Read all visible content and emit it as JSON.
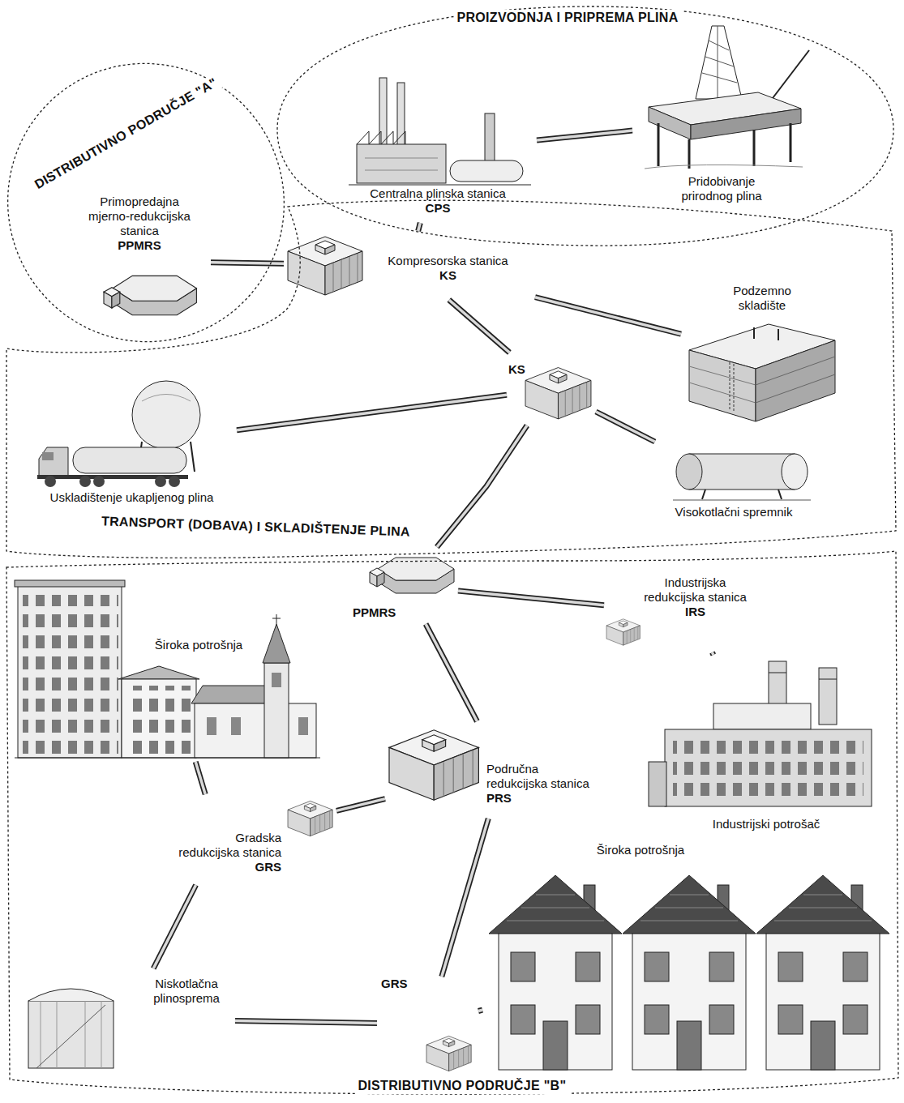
{
  "diagram": {
    "nodes": [
      {
        "text": [
          "PROIZVODNJA I PRIPREMA PLINA"
        ]
      },
      {
        "text": [
          "Centralna plinska stanica",
          "CPS"
        ],
        "in": 0
      },
      {
        "text": [
          "Pridobivanje prirodnog plina"
        ],
        "in": 0
      },
      {
        "text": [
          "DISTRIBUTIVNO PODRUČJE \"A\""
        ]
      },
      {
        "text": [
          "Primopredajna mjerno-redukcijska stanica",
          "PPMRS"
        ],
        "in": 3
      },
      {
        "text": [
          "TRANSPORT (DOBAVA) I SKLADIŠTENJE PLINA"
        ]
      },
      {
        "text": [
          "Kompresorska stanica",
          "KS"
        ],
        "in": 5
      },
      {
        "text": [
          "Podzemno skladište"
        ],
        "in": 5
      },
      {
        "text": [
          "KS"
        ],
        "in": 5
      },
      {
        "text": [
          "Uskladištenje ukapljenog plina"
        ],
        "in": 5
      },
      {
        "text": [
          "Visokotlačni spremnik"
        ],
        "in": 5
      },
      {
        "text": [
          "DISTRIBUTIVNO PODRUČJE \"B\""
        ]
      },
      {
        "text": [
          "PPMRS"
        ],
        "in": 11
      },
      {
        "text": [
          "Industrijska redukcijska stanica",
          "IRS"
        ],
        "in": 11
      },
      {
        "text": [
          "Široka potrošnja"
        ],
        "in": 11
      },
      {
        "text": [
          "Industrijski potrošač"
        ],
        "in": 11
      },
      {
        "text": [
          "Područna redukcijska stanica",
          "PRS"
        ],
        "in": 11
      },
      {
        "text": [
          "Gradska redukcijska stanica",
          "GRS"
        ],
        "in": 11
      },
      {
        "text": [
          "Široka potrošnja"
        ],
        "in": 11
      },
      {
        "text": [
          "Niskotlačna plinosprema"
        ],
        "in": 11
      },
      {
        "text": [
          "GRS"
        ],
        "in": 11
      }
    ],
    "edges": [
      {
        "from": 2,
        "to": 1,
        "arrow": "none"
      },
      {
        "from": 1,
        "to": 6,
        "arrow": "none"
      },
      {
        "from": 6,
        "to": 4,
        "arrow": "none"
      },
      {
        "from": 6,
        "to": 7,
        "arrow": "none"
      },
      {
        "from": 6,
        "to": 8,
        "arrow": "none"
      },
      {
        "from": 8,
        "to": 10,
        "arrow": "none"
      },
      {
        "from": 8,
        "to": 12,
        "arrow": "none"
      },
      {
        "from": 9,
        "to": 8,
        "arrow": "none"
      },
      {
        "from": 12,
        "to": 13,
        "arrow": "none"
      },
      {
        "from": 13,
        "to": 15,
        "arrow": "none"
      },
      {
        "from": 12,
        "to": 16,
        "arrow": "none"
      },
      {
        "from": 16,
        "to": 17,
        "arrow": "none"
      },
      {
        "from": 17,
        "to": 14,
        "arrow": "none"
      },
      {
        "from": 17,
        "to": 19,
        "arrow": "none"
      },
      {
        "from": 16,
        "to": 20,
        "arrow": "none"
      },
      {
        "from": 20,
        "to": 18,
        "arrow": "none"
      },
      {
        "from": 19,
        "to": 20,
        "arrow": "none"
      }
    ]
  }
}
